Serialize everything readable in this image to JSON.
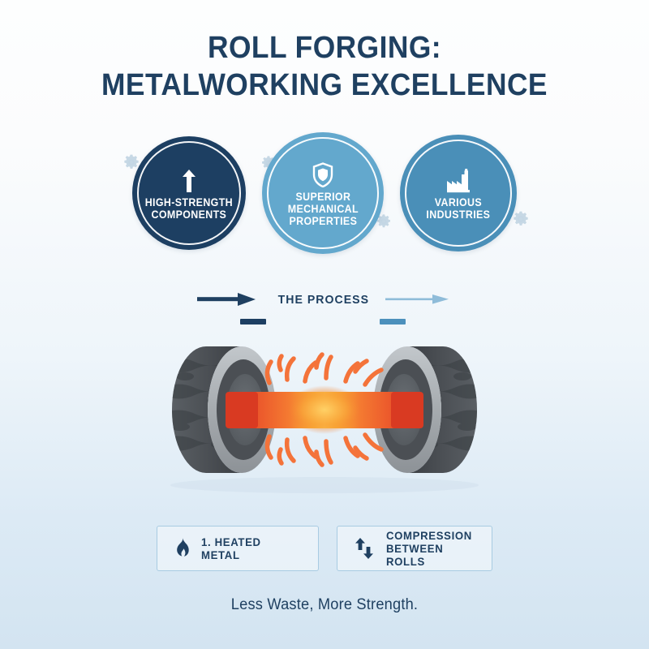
{
  "title": {
    "line1": "ROLL FORGING:",
    "line2": "METALWORKING EXCELLENCE"
  },
  "benefits": [
    {
      "id": "high-strength-components",
      "label": "HIGH-STRENGTH\nCOMPONENTS",
      "icon": "up-arrow-icon",
      "color": "#1d3f62"
    },
    {
      "id": "superior-mechanical-properties",
      "label": "SUPERIOR\nMECHANICAL\nPROPERTIES",
      "icon": "shield-icon",
      "color": "#63a8cd"
    },
    {
      "id": "various-industries",
      "label": "VARIOUS\nINDUSTRIES",
      "icon": "factory-icon",
      "color": "#4a8fb8"
    }
  ],
  "process": {
    "label": "THE PROCESS",
    "left_arrow_color": "#1f4061",
    "right_arrow_color": "#8fbcd9"
  },
  "illustration": {
    "name": "roll-forging-diagram",
    "roll_body_color": "#4e5256",
    "roll_rim_color": "#a9aeb2",
    "roll_hub_color": "#5b6065",
    "billet_color": "#e8442a",
    "billet_hot_color": "#f9b233",
    "spark_color": "#f4733a"
  },
  "steps": [
    {
      "id": "heated-metal",
      "label": "1. HEATED METAL",
      "icon": "flame-icon"
    },
    {
      "id": "compression-between-rolls",
      "label": "COMPRESSION\nBETWEEN ROLLS",
      "icon": "compression-arrows-icon"
    }
  ],
  "tagline": "Less Waste, More Strength.",
  "theme": {
    "navy": "#1f4061",
    "mid_blue": "#4a8fb8",
    "light_blue": "#63a8cd",
    "gear_gray": "#c3d6e4",
    "chip_border": "#a8cbe2",
    "bg_top": "#fdfefe",
    "bg_bottom": "#d3e4f1"
  }
}
